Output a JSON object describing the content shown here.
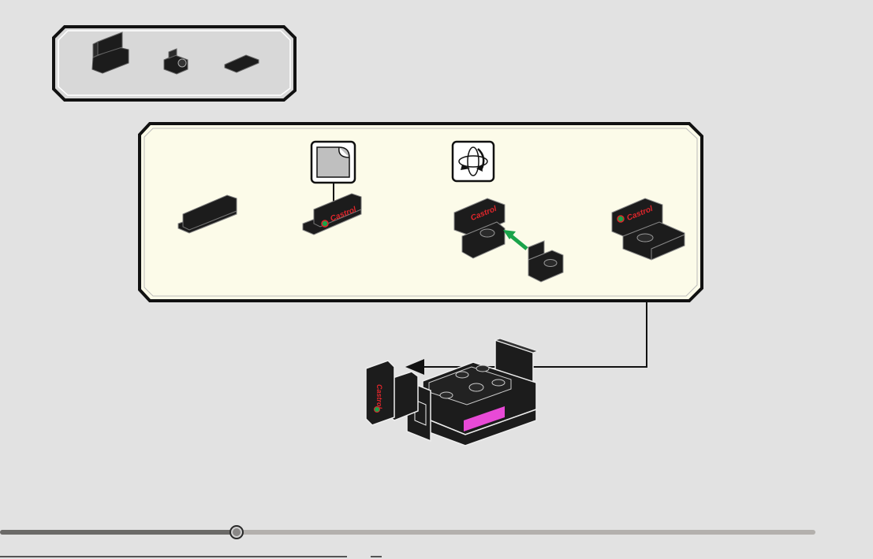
{
  "parts_callout": {
    "items": [
      {
        "icon": "wall-panel-icon"
      },
      {
        "icon": "bracket-icon"
      },
      {
        "icon": "tile-icon"
      }
    ]
  },
  "sub_build": {
    "steps": [
      {
        "icon": "wall-panel-icon"
      },
      {
        "icon": "sticker-icon",
        "sticker_text": "Castrol"
      },
      {
        "icon": "rotate-model-icon",
        "sticker_text": "Castrol"
      },
      {
        "icon": "assembled-piece-icon",
        "sticker_text": "Castrol"
      }
    ],
    "arrow_color": "#1aa34a"
  },
  "main_model": {
    "sticker_text": "Castrol",
    "accent_color": "#e84ad6"
  },
  "progress": {
    "value": 0.29
  },
  "colors": {
    "background": "#e2e2e2",
    "callout_fill": "#fcfbe9",
    "parts_fill": "#d9d9d9",
    "brick": "#1c1c1c"
  }
}
